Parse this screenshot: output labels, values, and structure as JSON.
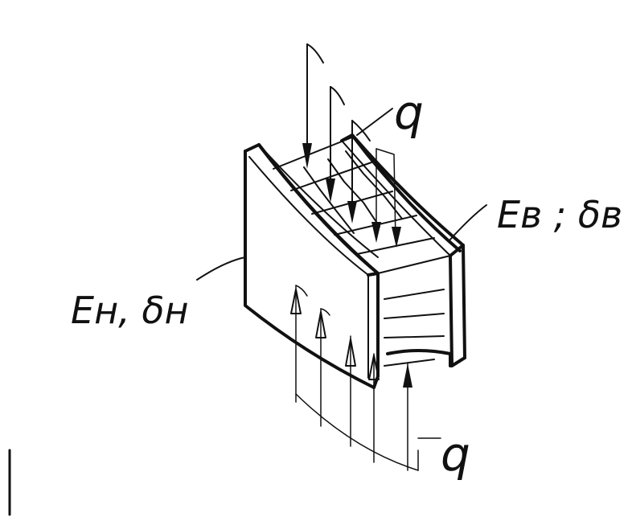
{
  "colors": {
    "ink": "#111111",
    "paper": "#ffffff"
  },
  "labels": {
    "load_top": "q",
    "load_bottom": "q",
    "outer_layer": "Eн, δн",
    "inner_layer": "Eв ; δв"
  }
}
